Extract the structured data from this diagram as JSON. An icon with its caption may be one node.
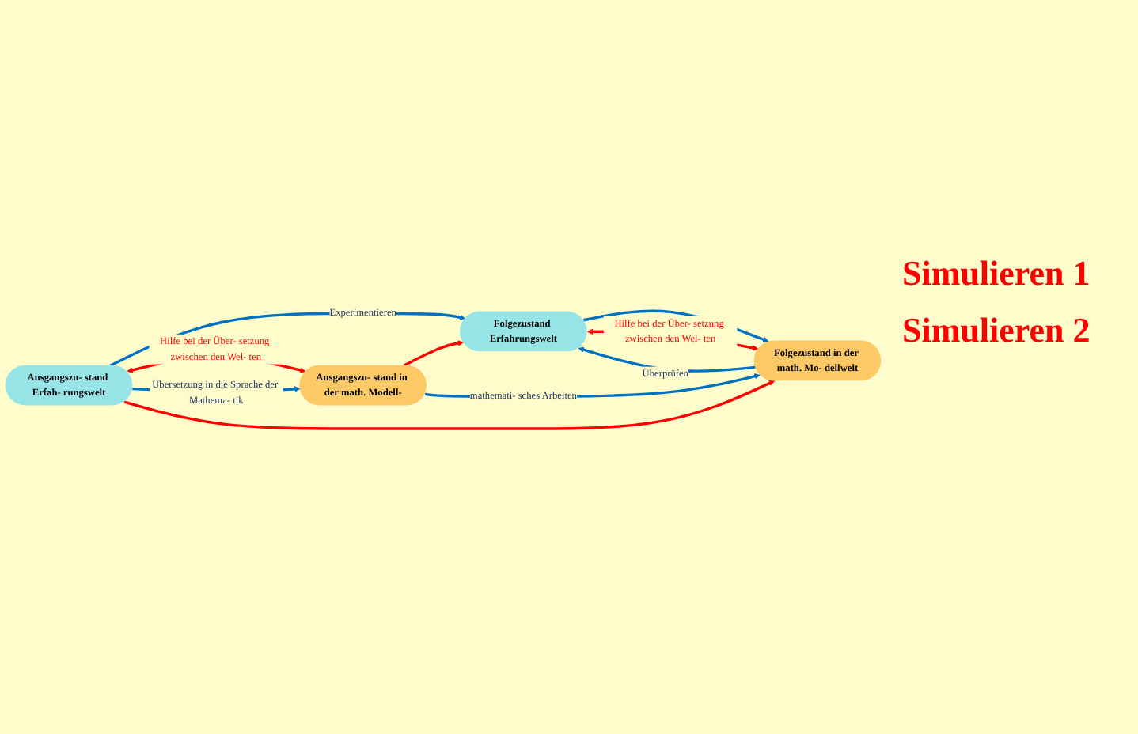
{
  "diagram": {
    "nodes": [
      {
        "text": [
          "Ausgangszu- stand Erfah- rungswelt"
        ]
      },
      {
        "text": [
          "Folgezustand Erfahrungswelt"
        ]
      },
      {
        "text": [
          "Ausgangszu- stand in der math. Modell-"
        ]
      },
      {
        "text": [
          "Folgezustand in der math. Mo- dellwelt"
        ]
      }
    ],
    "edges": [
      {
        "from": 0,
        "to": 1,
        "arrow": "to",
        "label": "Experimentieren"
      },
      {
        "from": 0,
        "to": 2,
        "arrow": "both",
        "label": "Hilfe bei der Über- setzung zwischen den Wel- ten",
        "color": "#ff0000"
      },
      {
        "from": 0,
        "to": 2,
        "arrow": "to",
        "label": "Übersetzung in die Sprache der Mathema- tik"
      },
      {
        "from": 0,
        "to": 3,
        "arrow": "to",
        "color": "#ff0000"
      },
      {
        "from": 2,
        "to": 1,
        "arrow": "to",
        "color": "#ff0000"
      },
      {
        "from": 1,
        "to": 3,
        "arrow": "to"
      },
      {
        "from": 3,
        "to": 1,
        "arrow": "to",
        "label": "Überprüfen"
      },
      {
        "from": 1,
        "to": 3,
        "arrow": "both",
        "label": "Hilfe bei der Über- setzung zwischen den Wel- ten",
        "color": "#ff0000"
      },
      {
        "from": 2,
        "to": 3,
        "arrow": "to",
        "label": "mathemati- sches Arbeiten"
      }
    ],
    "labels": [
      "Simulieren 1",
      "Simulieren 2"
    ]
  }
}
